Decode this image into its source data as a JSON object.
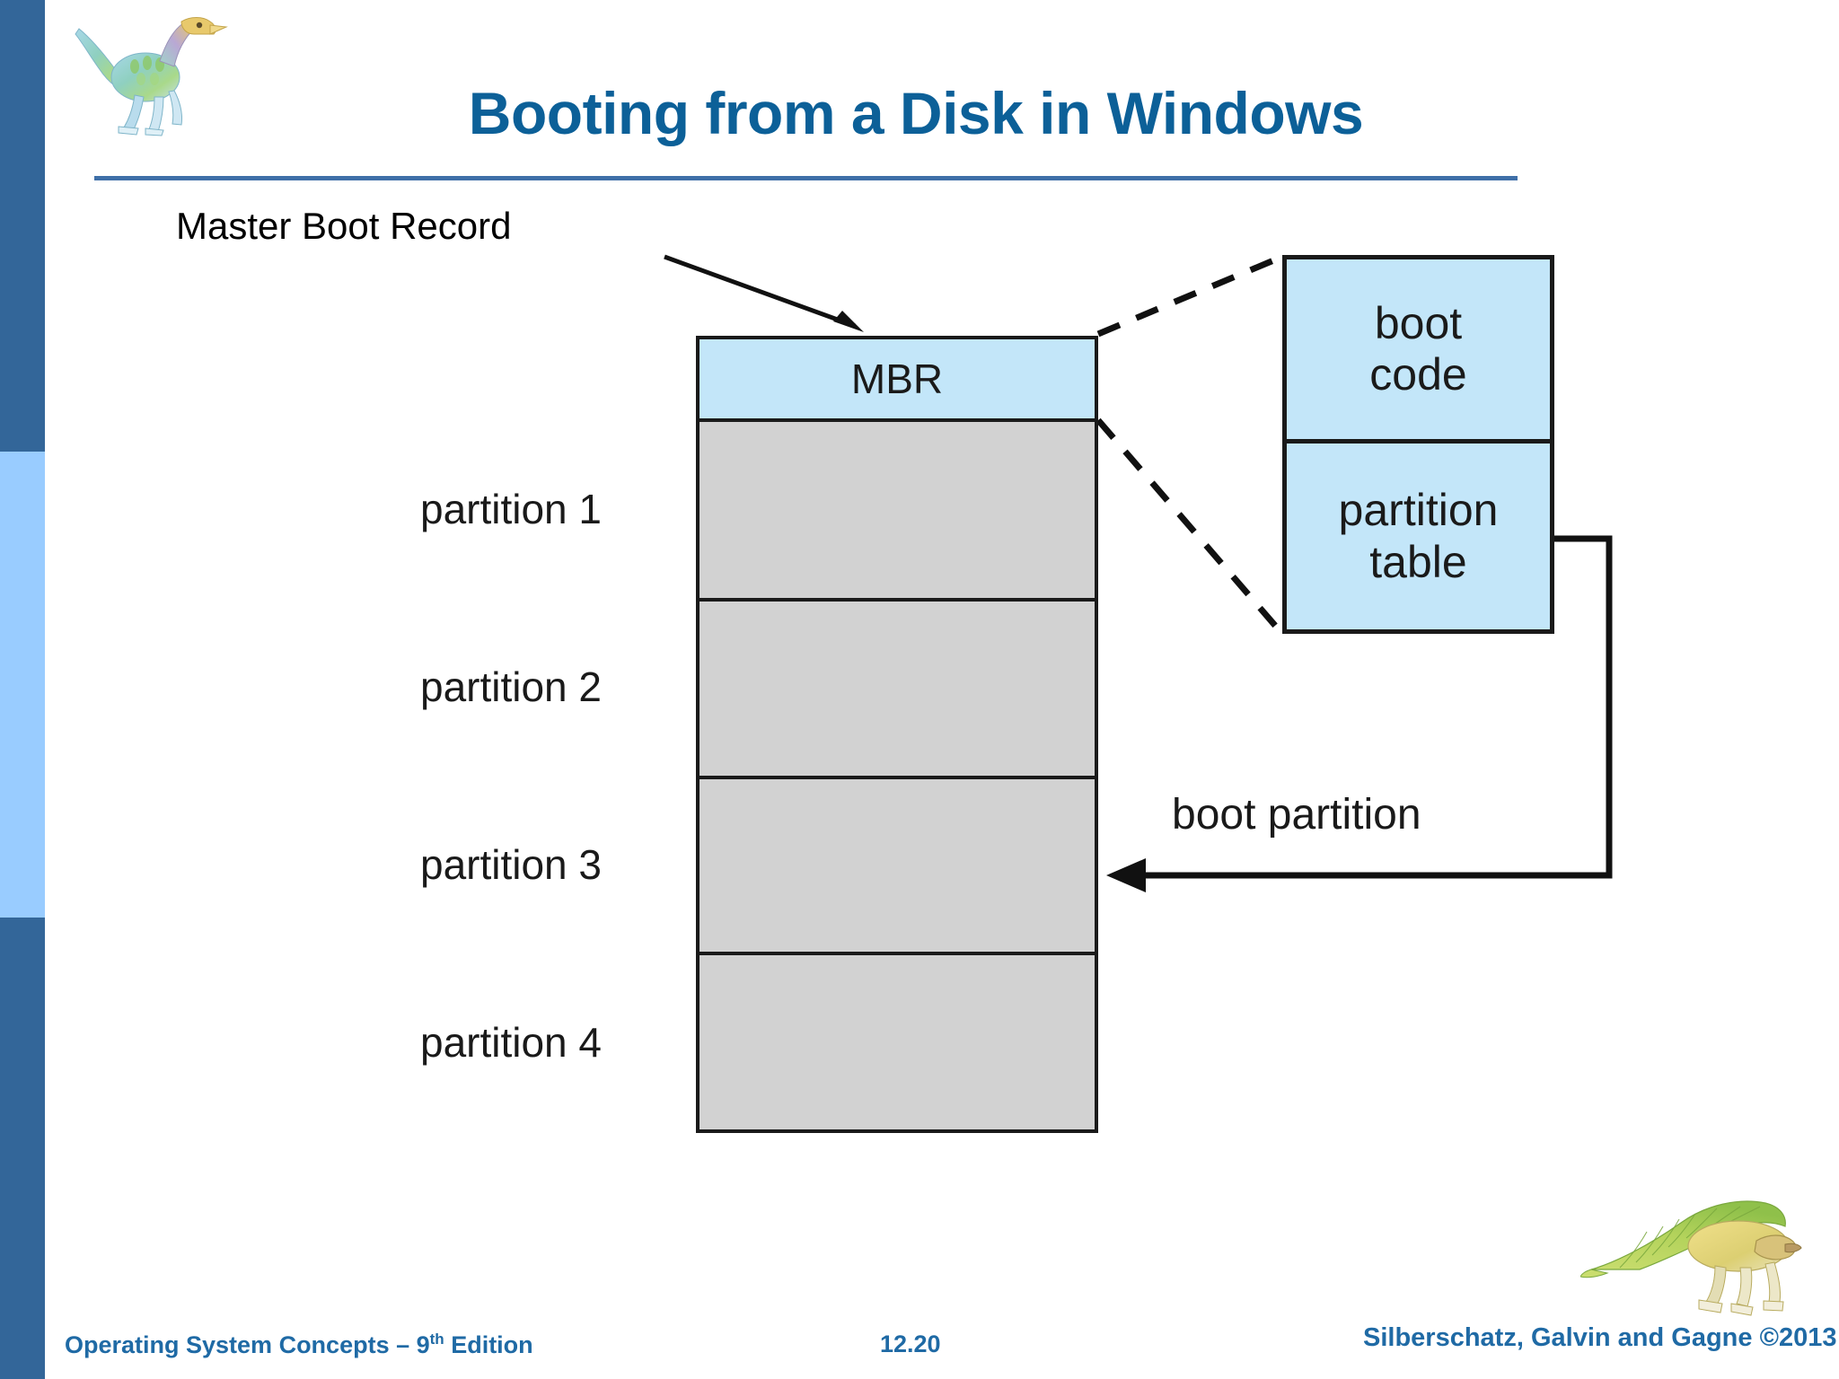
{
  "slide": {
    "title": "Booting from a Disk in Windows",
    "accent_color": "#0c6098",
    "sidebar_dark_color": "#336699",
    "sidebar_light_color": "#99ccff"
  },
  "figure": {
    "caption": "Master Boot Record",
    "disk": {
      "mbr_label": "MBR",
      "partitions": [
        {
          "label": "partition 1"
        },
        {
          "label": "partition 2"
        },
        {
          "label": "partition 3"
        },
        {
          "label": "partition 4"
        }
      ]
    },
    "mbr_detail": {
      "boot_code_line1": "boot",
      "boot_code_line2": "code",
      "partition_table_line1": "partition",
      "partition_table_line2": "table"
    },
    "boot_partition_caption": "boot partition",
    "box_fill_blue": "#c3e6f9",
    "box_fill_gray": "#d2d2d2"
  },
  "footer": {
    "left_text_main": "Operating System Concepts ",
    "left_text_edition": "9",
    "left_text_superscript": "th",
    "left_text_tail": " Edition",
    "left_full": "Operating System Concepts – 9th Edition",
    "left_prefix": "Operating System Concepts – ",
    "page_number": "12.20",
    "right_text": "Silberschatz, Galvin and Gagne ©2013",
    "color": "#1f6aa5"
  },
  "logos": {
    "top_left": "dinosaur-logo",
    "bottom_right": "dimetrodon-logo"
  }
}
